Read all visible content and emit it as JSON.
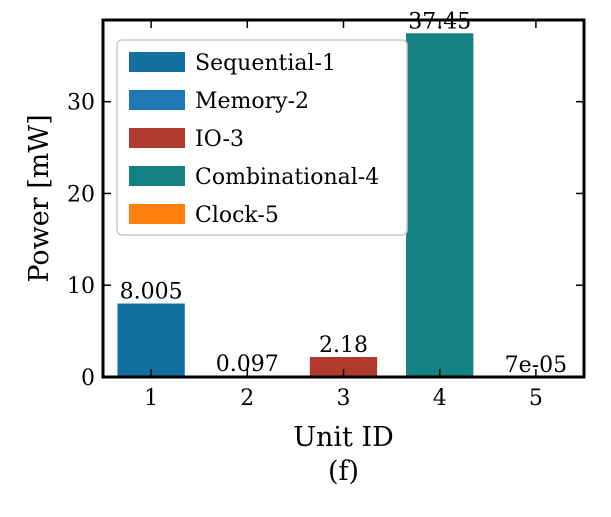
{
  "chart_data": {
    "type": "bar",
    "title": "",
    "xlabel": "Unit ID",
    "ylabel": "Power [mW]",
    "caption": "(f)",
    "categories": [
      "1",
      "2",
      "3",
      "4",
      "5"
    ],
    "values": [
      8.005,
      0.097,
      2.18,
      37.45,
      7e-05
    ],
    "value_labels": [
      "8.005",
      "0.097",
      "2.18",
      "37.45",
      "7e-05"
    ],
    "ylim": [
      0,
      38.9
    ],
    "yticks": [
      0,
      10,
      20,
      30
    ],
    "grid": false,
    "legend_position": "upper-left",
    "series": [
      {
        "name": "Sequential-1",
        "color": "#1170a0"
      },
      {
        "name": "Memory-2",
        "color": "#1f77b4"
      },
      {
        "name": "IO-3",
        "color": "#b03a2e"
      },
      {
        "name": "Combinational-4",
        "color": "#148183"
      },
      {
        "name": "Clock-5",
        "color": "#ff7f0e"
      }
    ]
  }
}
